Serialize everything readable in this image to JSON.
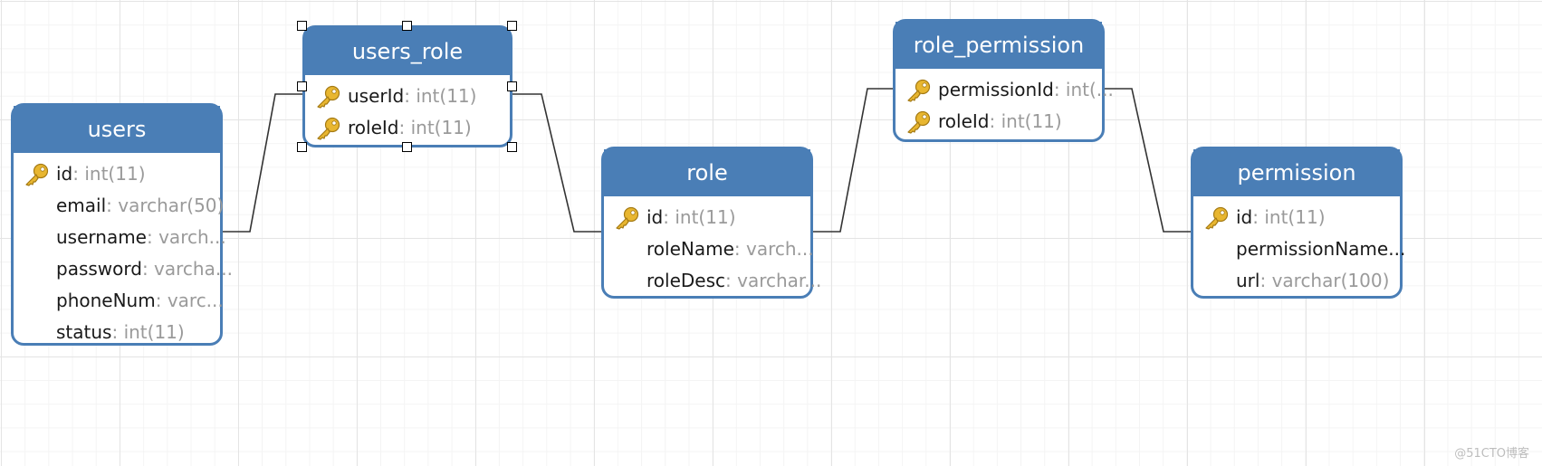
{
  "diagram": {
    "entities": [
      {
        "id": "users",
        "title": "users",
        "fields": [
          {
            "name": "id",
            "type": ": int(11)",
            "key": true
          },
          {
            "name": "email",
            "type": ": varchar(50)",
            "key": false
          },
          {
            "name": "username",
            "type": ": varch...",
            "key": false
          },
          {
            "name": "password",
            "type": ": varcha...",
            "key": false
          },
          {
            "name": "phoneNum",
            "type": ": varc...",
            "key": false
          },
          {
            "name": "status",
            "type": ": int(11)",
            "key": false
          }
        ]
      },
      {
        "id": "users_role",
        "title": "users_role",
        "selected": true,
        "fields": [
          {
            "name": "userId",
            "type": ": int(11)",
            "key": true
          },
          {
            "name": "roleId",
            "type": ": int(11)",
            "key": true
          }
        ]
      },
      {
        "id": "role",
        "title": "role",
        "fields": [
          {
            "name": "id",
            "type": ": int(11)",
            "key": true
          },
          {
            "name": "roleName",
            "type": ": varch...",
            "key": false
          },
          {
            "name": "roleDesc",
            "type": ": varchar...",
            "key": false
          }
        ]
      },
      {
        "id": "role_permission",
        "title": "role_permission",
        "fields": [
          {
            "name": "permissionId",
            "type": ": int(...",
            "key": true
          },
          {
            "name": "roleId",
            "type": ": int(11)",
            "key": true
          }
        ]
      },
      {
        "id": "permission",
        "title": "permission",
        "fields": [
          {
            "name": "id",
            "type": ": int(11)",
            "key": true
          },
          {
            "name": "permissionName...",
            "type": "",
            "key": false
          },
          {
            "name": "url",
            "type": ": varchar(100)",
            "key": false
          }
        ]
      }
    ],
    "relations": [
      {
        "from": "users",
        "to": "users_role"
      },
      {
        "from": "users_role",
        "to": "role"
      },
      {
        "from": "role",
        "to": "role_permission"
      },
      {
        "from": "role_permission",
        "to": "permission"
      }
    ],
    "colors": {
      "header": "#4a7eb6",
      "border": "#4a7eb6",
      "type_text": "#9a9a9a",
      "link": "#333333",
      "key_fill": "#e8b630"
    },
    "watermark": "@51CTO博客"
  }
}
